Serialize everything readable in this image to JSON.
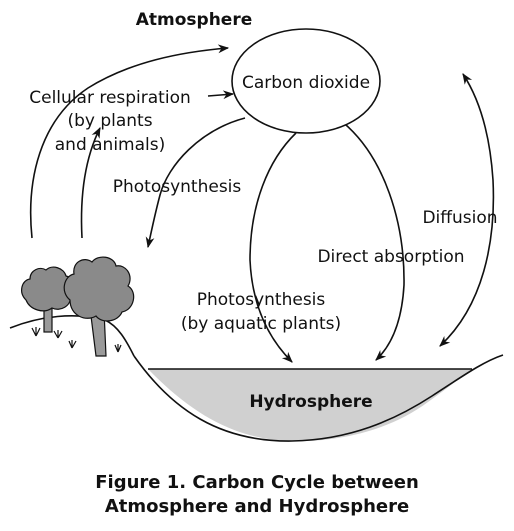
{
  "diagram": {
    "atmosphere_label": "Atmosphere",
    "carbon_dioxide_label": "Carbon dioxide",
    "cellular_respiration_label": [
      "Cellular respiration",
      "(by plants",
      "and animals)"
    ],
    "photosynthesis_label": "Photosynthesis",
    "diffusion_label": "Diffusion",
    "direct_absorption_label": "Direct absorption",
    "aquatic_photosynthesis_label": [
      "Photosynthesis",
      "(by aquatic plants)"
    ],
    "hydrosphere_label": "Hydrosphere",
    "water_color": "#d0d0d0",
    "tree_color": "#8a8a8a",
    "trunk_color": "#9a9a9a"
  },
  "caption": [
    "Figure 1. Carbon Cycle between",
    "Atmosphere and Hydrosphere"
  ]
}
